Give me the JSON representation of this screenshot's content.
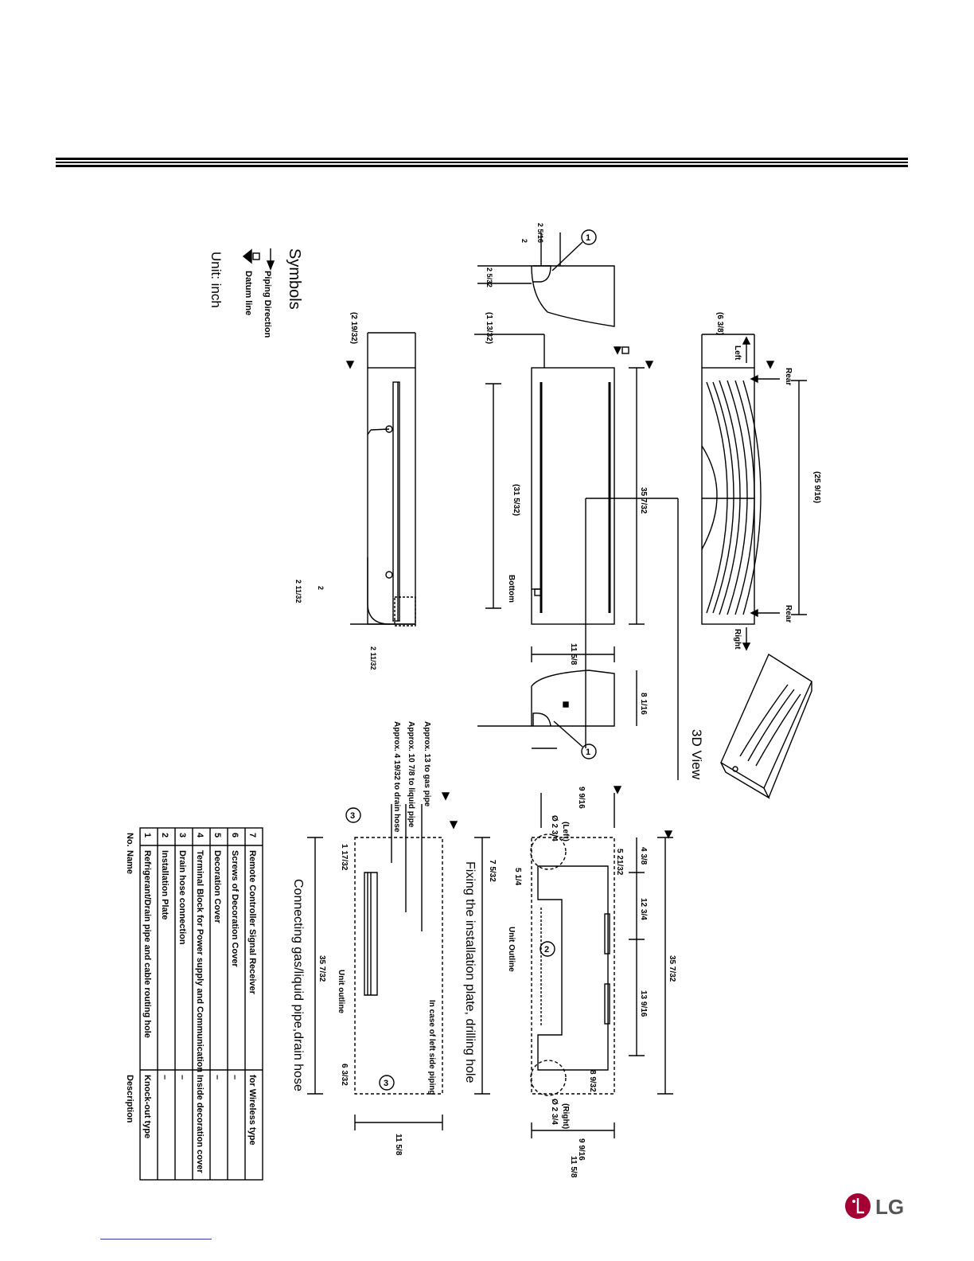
{
  "brand": {
    "name": "LG",
    "color": "#a50034"
  },
  "symbols": {
    "title": "Symbols",
    "piping_direction": "Piping Direction",
    "datum_line": "Datum line",
    "unit": "Unit: inch"
  },
  "views": {
    "three_d": "3D View",
    "fixing": "Fixing the installation plate, drilling hole",
    "connecting": "Connecting gas/liquid pipe,drain hose",
    "left_side_piping": "In case of left side piping",
    "unit_outline": "Unit Outline",
    "unit_outline2": "Unit outline"
  },
  "directions": {
    "left": "Left",
    "rear": "Rear",
    "right": "Right",
    "bottom": "Bottom",
    "left_hole": "(Left)",
    "right_hole": "(Right)"
  },
  "approx": [
    "Approx. 13 to gas pipe",
    "Approx. 10 7/8 to liquid pipe",
    "Approx. 4 19/32 to drain hose"
  ],
  "dimensions": {
    "total_width": "35 7/32",
    "width_top": "35 7/32",
    "height": "11 5/8",
    "depth": "8 1/16",
    "front_opening": "(31 5/32)",
    "grille_width": "(25 9/16)",
    "top_depth": "(6 3/8)",
    "offset_a": "(2 19/32)",
    "offset_b": "(1 13/32)",
    "plate_total": "35 7/32",
    "plate_a": "4 3/8",
    "plate_b": "12 3/4",
    "plate_c": "13 9/16",
    "plate_d": "5 1/4",
    "plate_e": "7 5/32",
    "plate_f": "5 21/32",
    "plate_g": "8 9/32",
    "plate_h": "9 9/16",
    "plate_i": "11 5/8",
    "hole": "Ø 2 3/4",
    "conn_total": "35 7/32",
    "conn_left": "1 17/32",
    "conn_right": "6 3/32",
    "conn_height": "11 5/8",
    "small_a": "2 5/16",
    "small_b": "2",
    "small_c": "2 5/32",
    "small_d": "2 11/32"
  },
  "table": {
    "headers": {
      "no": "No.",
      "name": "Name",
      "description": "Description"
    },
    "rows": [
      {
        "no": "7",
        "name": "Remote Controller Signal Receiver",
        "description": "for Wireless type"
      },
      {
        "no": "6",
        "name": "Screws of Decoration Cover",
        "description": "–"
      },
      {
        "no": "5",
        "name": "Decoration Cover",
        "description": "–"
      },
      {
        "no": "4",
        "name": "Terminal Block for Power supply and Communication",
        "description": "Inside decoration cover"
      },
      {
        "no": "3",
        "name": "Drain hose connection",
        "description": "–"
      },
      {
        "no": "2",
        "name": "Installation Plate",
        "description": "–"
      },
      {
        "no": "1",
        "name": "Refrigerant/Drain pipe and cable routing hole",
        "description": "Knock-out type"
      }
    ]
  }
}
